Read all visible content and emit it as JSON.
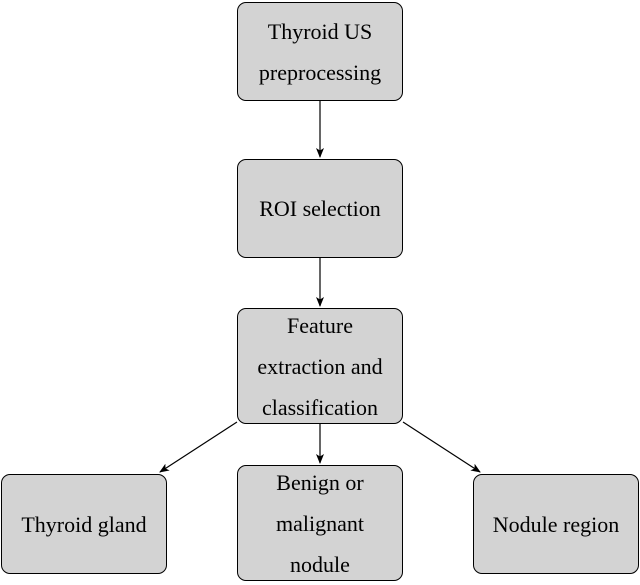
{
  "nodes": {
    "preprocessing": {
      "lines": [
        "Thyroid US",
        "preprocessing"
      ]
    },
    "roi": {
      "lines": [
        "ROI selection"
      ]
    },
    "feature": {
      "lines": [
        "Feature",
        "extraction and",
        "classification"
      ]
    },
    "gland": {
      "lines": [
        "Thyroid gland"
      ]
    },
    "benign": {
      "lines": [
        "Benign or",
        "malignant",
        "nodule"
      ]
    },
    "nodule_region": {
      "lines": [
        "Nodule region"
      ]
    }
  },
  "edges": [
    {
      "from": "preprocessing",
      "to": "roi"
    },
    {
      "from": "roi",
      "to": "feature"
    },
    {
      "from": "feature",
      "to": "gland"
    },
    {
      "from": "feature",
      "to": "benign"
    },
    {
      "from": "feature",
      "to": "nodule_region"
    }
  ],
  "colors": {
    "node_fill": "#d3d3d3",
    "node_border": "#000000",
    "edge": "#000000",
    "text": "#000000"
  }
}
